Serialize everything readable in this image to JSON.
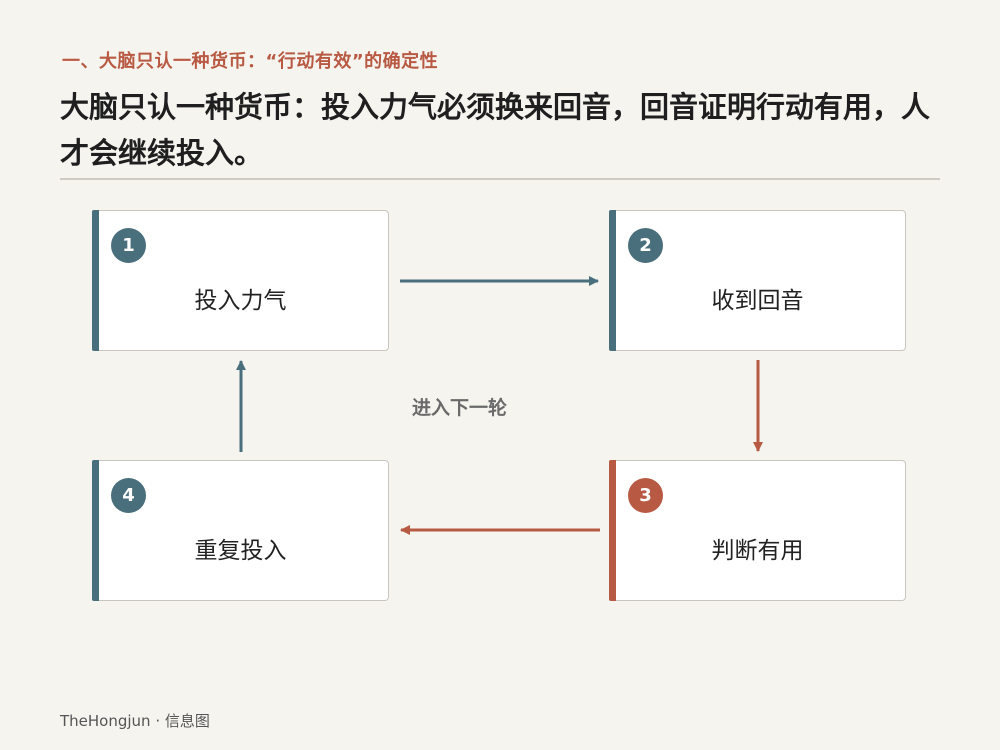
{
  "header": {
    "section": "一、大脑只认一种货币：“行动有效”的确定性",
    "headline": "大脑只认一种货币：投入力气必须换来回音，回音证明行动有用，人才会继续投入。"
  },
  "steps": [
    {
      "number": "1",
      "label": "投入力气"
    },
    {
      "number": "2",
      "label": "收到回音"
    },
    {
      "number": "3",
      "label": "判断有用"
    },
    {
      "number": "4",
      "label": "重复投入"
    }
  ],
  "loop_label": "进入下一轮",
  "footer": {
    "credit": "TheHongjun · 信息图"
  },
  "colors": {
    "teal": "#4a6f7c",
    "rust": "#b85a43",
    "background": "#f6f4ef"
  },
  "icons": [
    "arrow-right-icon",
    "arrow-down-icon",
    "arrow-left-icon",
    "arrow-up-icon"
  ]
}
